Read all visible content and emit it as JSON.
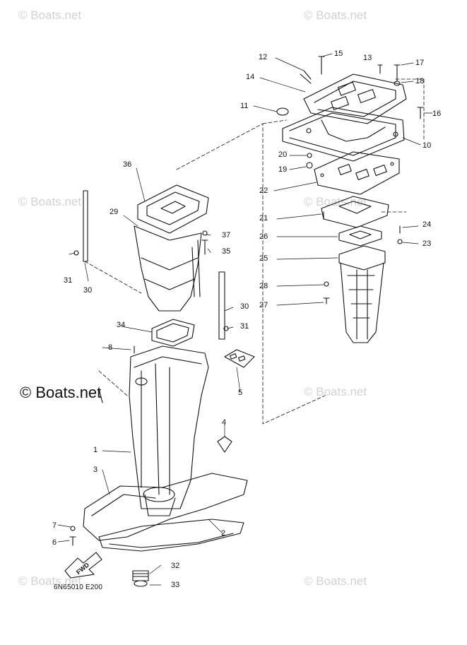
{
  "watermark": "© Boats.net",
  "watermark_main": "© Boats.net",
  "diagram_code": "6N65010 E200",
  "fwd_label": "FWD",
  "callouts": [
    "1",
    "2",
    "3",
    "4",
    "5",
    "6",
    "7",
    "8",
    "10",
    "11",
    "12",
    "13",
    "14",
    "15",
    "16",
    "17",
    "18",
    "19",
    "20",
    "21",
    "22",
    "23",
    "24",
    "25",
    "26",
    "27",
    "28",
    "29",
    "30",
    "30",
    "31",
    "31",
    "32",
    "33",
    "34",
    "35",
    "36",
    "37"
  ]
}
